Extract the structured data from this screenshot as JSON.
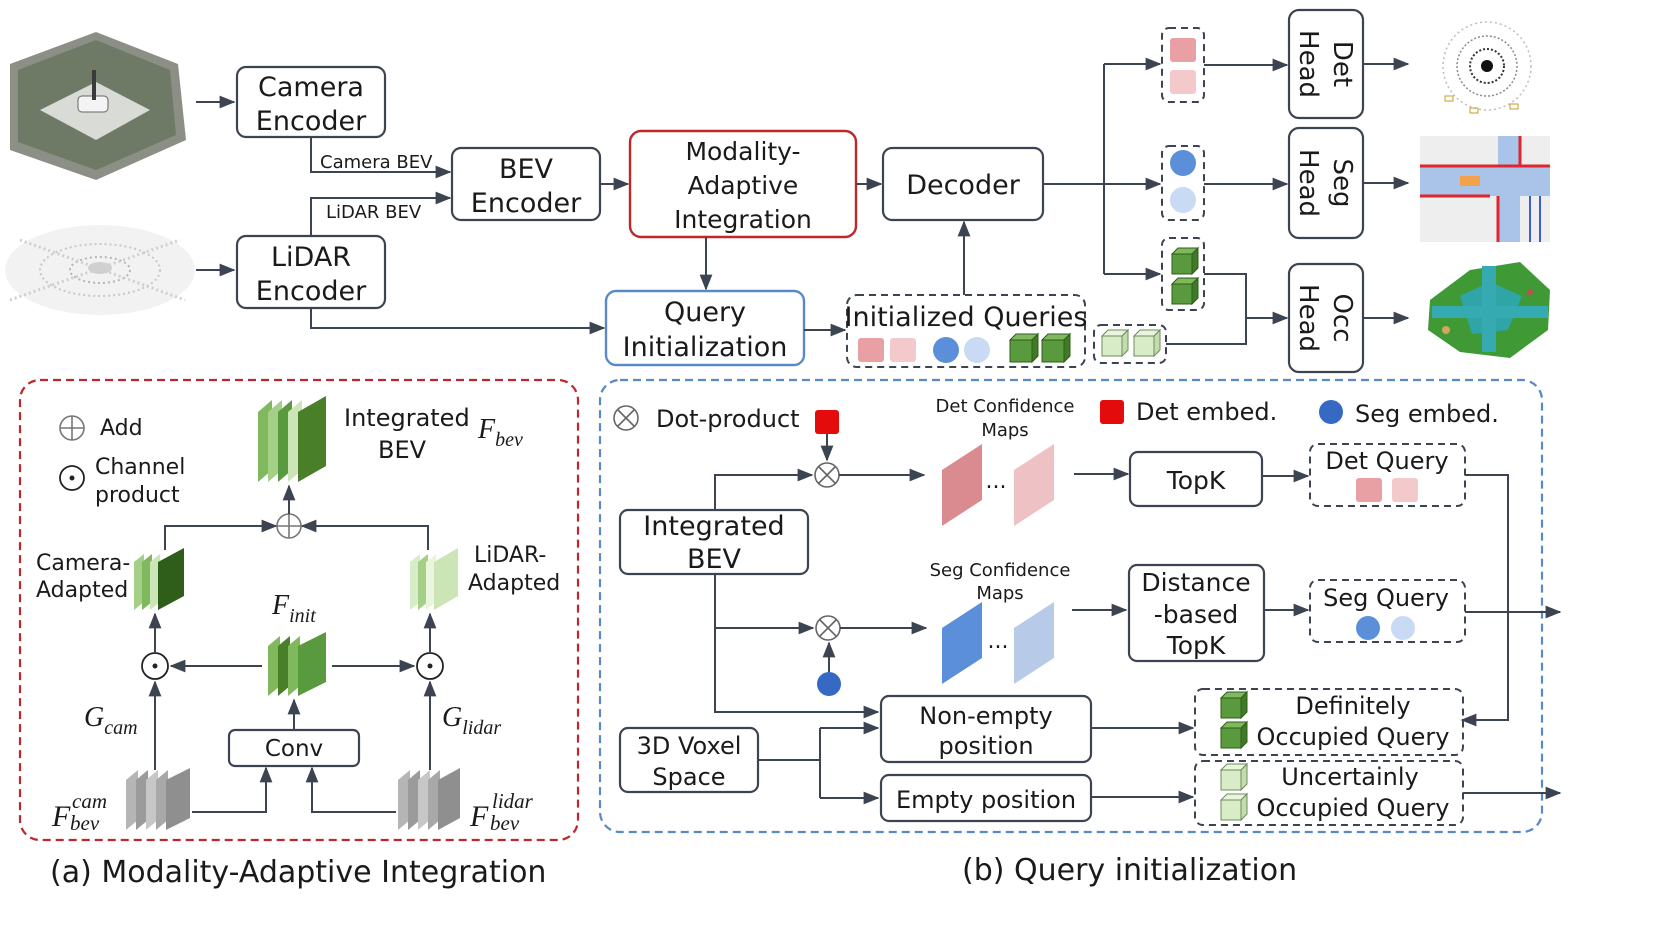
{
  "colors": {
    "stroke": "#3d4451",
    "red_border": "#c0272d",
    "blue_border": "#5a8ac6",
    "det_light": "#e8a0a4",
    "det_lighter": "#f4c9cb",
    "seg_dark": "#5b8fd9",
    "seg_light": "#c9daf4",
    "occ_green": "#5a9a3e",
    "occ_light": "#d8ecc8",
    "red_icon": "#e30b0b",
    "blue_icon": "#3569c4",
    "bev_green": "#4a7f2a"
  },
  "top": {
    "camera_encoder": [
      "Camera",
      "Encoder"
    ],
    "lidar_encoder": [
      "LiDAR",
      "Encoder"
    ],
    "camera_bev": "Camera BEV",
    "lidar_bev": "LiDAR BEV",
    "bev_encoder": [
      "BEV",
      "Encoder"
    ],
    "mai": [
      "Modality-",
      "Adaptive",
      "Integration"
    ],
    "decoder": "Decoder",
    "query_init": [
      "Query",
      "Initialization"
    ],
    "initialized_queries": "Initialized Queries",
    "det_head": [
      "Det",
      "Head"
    ],
    "seg_head": [
      "Seg",
      "Head"
    ],
    "occ_head": [
      "Occ",
      "Head"
    ]
  },
  "panel_a": {
    "caption": "(a)  Modality-Adaptive Integration",
    "add_label": "Add",
    "channel_product": [
      "Channel",
      "product"
    ],
    "integrated_bev": [
      "Integrated",
      "BEV"
    ],
    "f_bev": "F",
    "f_bev_sub": "bev",
    "camera_adapted": [
      "Camera-",
      "Adapted"
    ],
    "lidar_adapted": [
      "LiDAR-",
      "Adapted"
    ],
    "f_init": "F",
    "f_init_sub": "init",
    "g_cam": "G",
    "g_cam_sub": "cam",
    "g_lidar": "G",
    "g_lidar_sub": "lidar",
    "conv": "Conv",
    "f_cam": "F",
    "f_cam_sup": "cam",
    "f_cam_sub": "bev",
    "f_lidar": "F",
    "f_lidar_sup": "lidar",
    "f_lidar_sub": "bev"
  },
  "panel_b": {
    "caption": "(b)  Query initialization",
    "dot_product": "Dot-product",
    "det_embed": "Det embed.",
    "seg_embed": "Seg  embed.",
    "det_conf_maps": [
      "Det Confidence",
      "Maps"
    ],
    "seg_conf_maps": [
      "Seg Confidence",
      "Maps"
    ],
    "integrated_bev": [
      "Integrated",
      "BEV"
    ],
    "topk": "TopK",
    "distance_topk": [
      "Distance",
      "-based",
      "TopK"
    ],
    "det_query": "Det Query",
    "seg_query": "Seg Query",
    "voxel_space": [
      "3D Voxel",
      "Space"
    ],
    "non_empty": [
      "Non-empty",
      "position"
    ],
    "empty_position": "Empty position",
    "definitely": [
      "Definitely",
      "Occupied Query"
    ],
    "uncertainly": [
      "Uncertainly",
      "Occupied Query"
    ],
    "ellipsis": "..."
  }
}
